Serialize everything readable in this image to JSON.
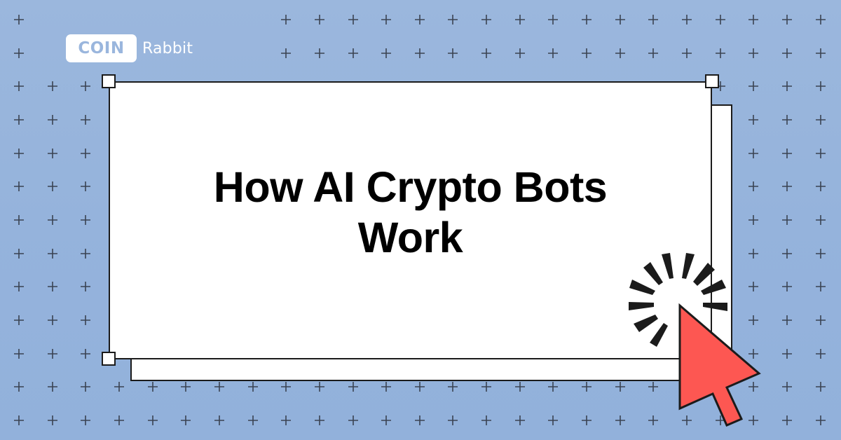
{
  "brand": {
    "logo_badge_text": "COIN",
    "logo_text": "Rabbit"
  },
  "hero": {
    "title": "How AI Crypto Bots Work"
  },
  "icons": {
    "background_pattern": "plus-grid-icon",
    "cursor": "mouse-pointer-icon",
    "click_burst": "click-burst-icon",
    "selection_handles": "resize-handle-icon"
  },
  "colors": {
    "background": "#95b3dc",
    "card": "#ffffff",
    "stroke": "#1b1b1b",
    "cursor": "#fd5752",
    "logo_badge_text": "#9ab6dd"
  }
}
